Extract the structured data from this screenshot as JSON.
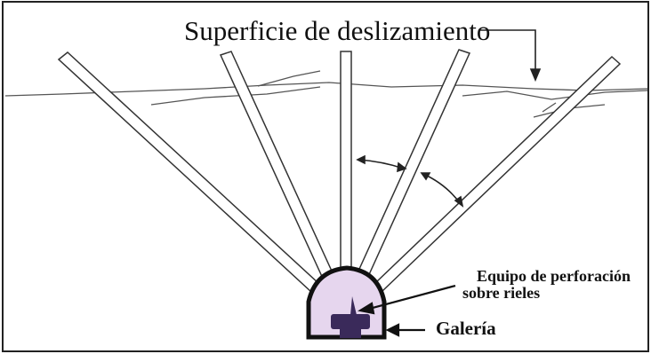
{
  "labels": {
    "slip_surface": "Superficie de deslizamiento",
    "drill_line1": "Equipo de perforación",
    "drill_line2": "sobre rieles",
    "gallery": "Galería"
  },
  "colors": {
    "frame": "#222222",
    "rod_fill": "#ffffff",
    "rod_stroke": "#333333",
    "gallery_fill": "#e6d6ee",
    "drill_rig": "#3a2a5a"
  }
}
